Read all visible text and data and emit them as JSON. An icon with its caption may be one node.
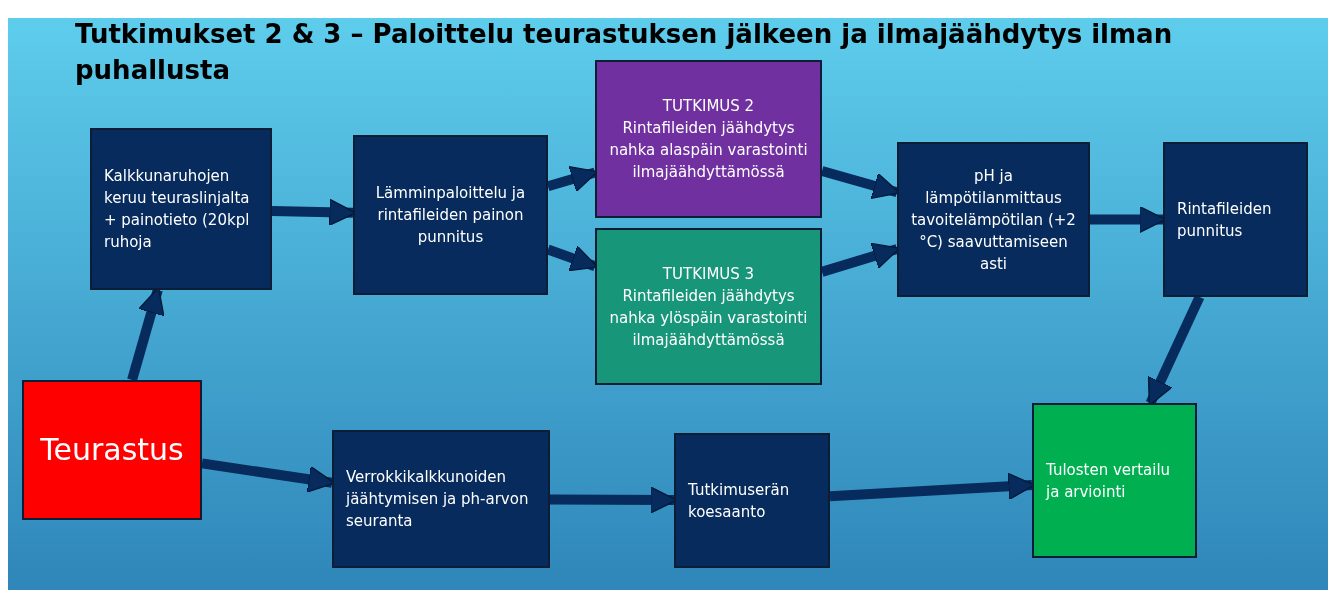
{
  "diagram": {
    "title": "Tutkimukset 2 & 3 – Paloittelu teurastuksen jälkeen ja ilmajäähdytys ilman puhallusta",
    "nodes": [
      {
        "text": [
          "Teurastus"
        ]
      },
      {
        "text": [
          "Kalkkunaruhojen keruu teuraslinjalta + painotieto (20kpl ruhoja"
        ]
      },
      {
        "text": [
          "Lämminpaloittelu ja rintafileiden painon punnitus"
        ]
      },
      {
        "text": [
          "TUTKIMUS 2",
          "Rintafileiden jäähdytys nahka alaspäin varastointi ilmajäähdyttämössä"
        ]
      },
      {
        "text": [
          "TUTKIMUS 3",
          "Rintafileiden jäähdytys nahka ylöspäin varastointi ilmajäähdyttämössä"
        ]
      },
      {
        "text": [
          "pH ja lämpötilanmittaus tavoitelämpötilan (+2 °C) saavuttamiseen asti"
        ]
      },
      {
        "text": [
          "Rintafileiden punnitus"
        ]
      },
      {
        "text": [
          "Verrokkikalkkunoiden jäähtymisen ja ph-arvon seuranta"
        ]
      },
      {
        "text": [
          "Tutkimuserän koesaanto"
        ]
      },
      {
        "text": [
          "Tulosten vertailu ja arviointi"
        ]
      }
    ],
    "edges": [
      {
        "from": 0,
        "to": 1,
        "arrow": "to"
      },
      {
        "from": 1,
        "to": 2,
        "arrow": "to"
      },
      {
        "from": 2,
        "to": 3,
        "arrow": "to"
      },
      {
        "from": 2,
        "to": 4,
        "arrow": "to"
      },
      {
        "from": 3,
        "to": 5,
        "arrow": "to"
      },
      {
        "from": 4,
        "to": 5,
        "arrow": "to"
      },
      {
        "from": 5,
        "to": 6,
        "arrow": "to"
      },
      {
        "from": 6,
        "to": 9,
        "arrow": "to"
      },
      {
        "from": 0,
        "to": 7,
        "arrow": "to"
      },
      {
        "from": 7,
        "to": 8,
        "arrow": "to"
      },
      {
        "from": 8,
        "to": 9,
        "arrow": "to"
      }
    ]
  }
}
